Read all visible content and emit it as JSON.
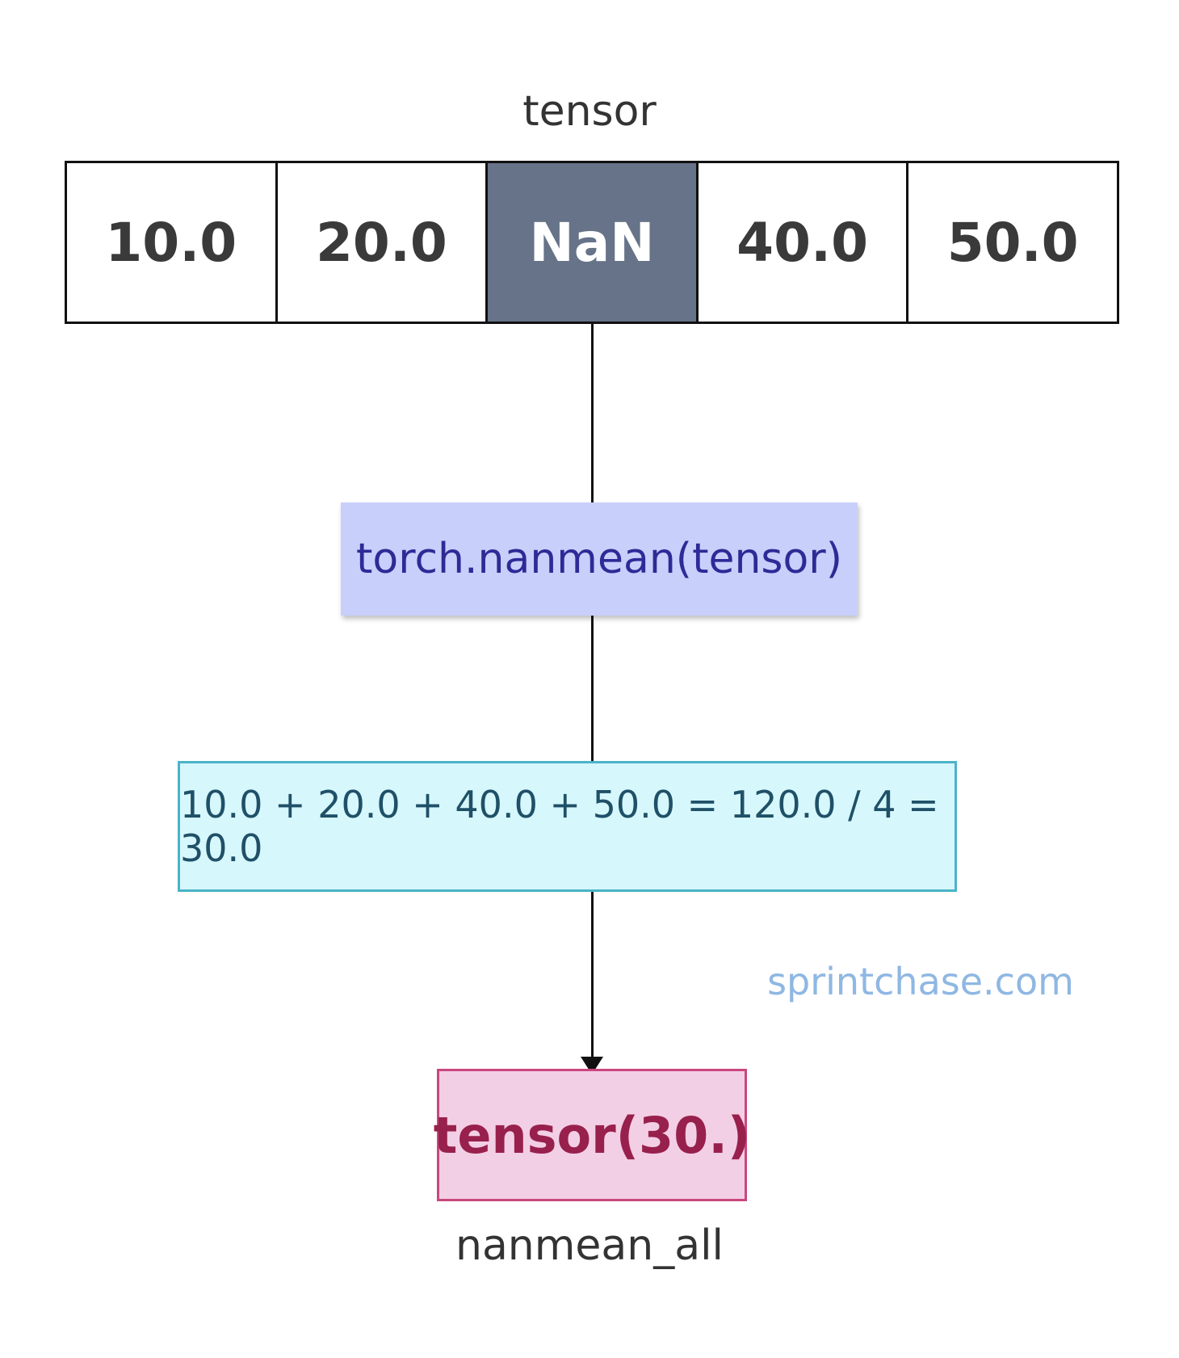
{
  "input_label": "tensor",
  "tensor_cells": [
    {
      "value": "10.0",
      "is_nan": false
    },
    {
      "value": "20.0",
      "is_nan": false
    },
    {
      "value": "NaN",
      "is_nan": true
    },
    {
      "value": "40.0",
      "is_nan": false
    },
    {
      "value": "50.0",
      "is_nan": false
    }
  ],
  "operation": "torch.nanmean(tensor)",
  "calculation": "10.0 + 20.0 + 40.0 + 50.0 = 120.0 / 4 = 30.0",
  "watermark": "sprintchase.com",
  "result": "tensor(30.)",
  "output_label": "nanmean_all",
  "colors": {
    "nan_cell": "#667388",
    "operation_box": "#c8cffa",
    "operation_text": "#2e2a96",
    "calc_box": "#d6f7fb",
    "calc_border": "#4ab3c8",
    "result_box": "#f3cfe5",
    "result_border": "#c9477e",
    "result_text": "#98204d",
    "watermark": "#8fb7e3"
  }
}
